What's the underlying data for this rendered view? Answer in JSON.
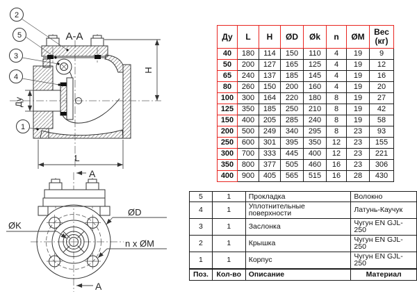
{
  "drawing": {
    "section_label": "A-A",
    "section_arrow_label": "A",
    "dim_height": "H",
    "dim_length": "L",
    "dim_bore": "Ду",
    "label_bolt_circle": "ØK",
    "label_outer_diameter": "ØD",
    "label_bolt_holes": "n x ØM",
    "balloons": {
      "pos1": "1",
      "pos2": "2",
      "pos3": "3",
      "pos4": "4",
      "pos5": "5"
    }
  },
  "dim_table": {
    "headers": [
      "Ду",
      "L",
      "H",
      "ØD",
      "Øk",
      "n",
      "ØM",
      "Вес (кг)"
    ],
    "rows": [
      [
        40,
        180,
        114,
        150,
        110,
        4,
        19,
        9
      ],
      [
        50,
        200,
        127,
        165,
        125,
        4,
        19,
        12
      ],
      [
        65,
        240,
        137,
        185,
        145,
        4,
        19,
        16
      ],
      [
        80,
        260,
        150,
        200,
        160,
        4,
        19,
        20
      ],
      [
        100,
        300,
        164,
        220,
        180,
        8,
        19,
        27
      ],
      [
        125,
        350,
        185,
        250,
        210,
        8,
        19,
        42
      ],
      [
        150,
        400,
        205,
        285,
        240,
        8,
        19,
        58
      ],
      [
        200,
        500,
        249,
        340,
        295,
        8,
        23,
        93
      ],
      [
        250,
        600,
        301,
        395,
        350,
        12,
        23,
        155
      ],
      [
        300,
        700,
        333,
        445,
        400,
        12,
        23,
        221
      ],
      [
        350,
        800,
        377,
        505,
        460,
        16,
        23,
        306
      ],
      [
        400,
        900,
        405,
        565,
        515,
        16,
        28,
        430
      ]
    ]
  },
  "parts_table": {
    "headers": [
      "Поз.",
      "Кол-во",
      "Описание",
      "Материал"
    ],
    "rows": [
      [
        "5",
        "1",
        "Прокладка",
        "Волокно"
      ],
      [
        "4",
        "1",
        "Уплотнительные поверхности",
        "Латунь-Каучук"
      ],
      [
        "3",
        "1",
        "Заслонка",
        "Чугун EN GJL-250"
      ],
      [
        "2",
        "1",
        "Крышка",
        "Чугун EN GJL-250"
      ],
      [
        "1",
        "1",
        "Корпус",
        "Чугун EN GJL-250"
      ]
    ]
  },
  "colors": {
    "accent_red": "#e8241f",
    "line": "#333333"
  }
}
